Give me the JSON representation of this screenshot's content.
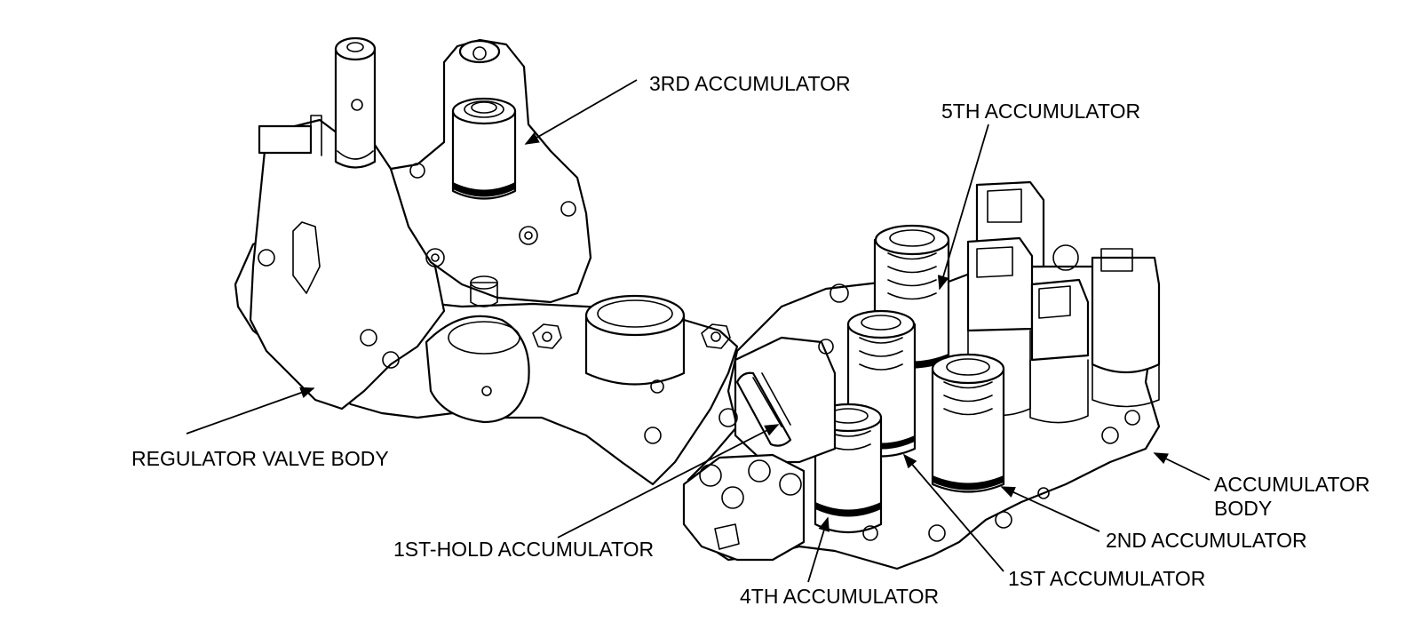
{
  "labels": {
    "regulator_valve_body": "REGULATOR VALVE BODY",
    "accumulator_3rd": "3RD ACCUMULATOR",
    "accumulator_5th": "5TH ACCUMULATOR",
    "accumulator_body_line1": "ACCUMULATOR",
    "accumulator_body_line2": "BODY",
    "accumulator_2nd": "2ND ACCUMULATOR",
    "accumulator_1st": "1ST ACCUMULATOR",
    "accumulator_4th": "4TH ACCUMULATOR",
    "accumulator_1st_hold": "1ST-HOLD ACCUMULATOR"
  }
}
